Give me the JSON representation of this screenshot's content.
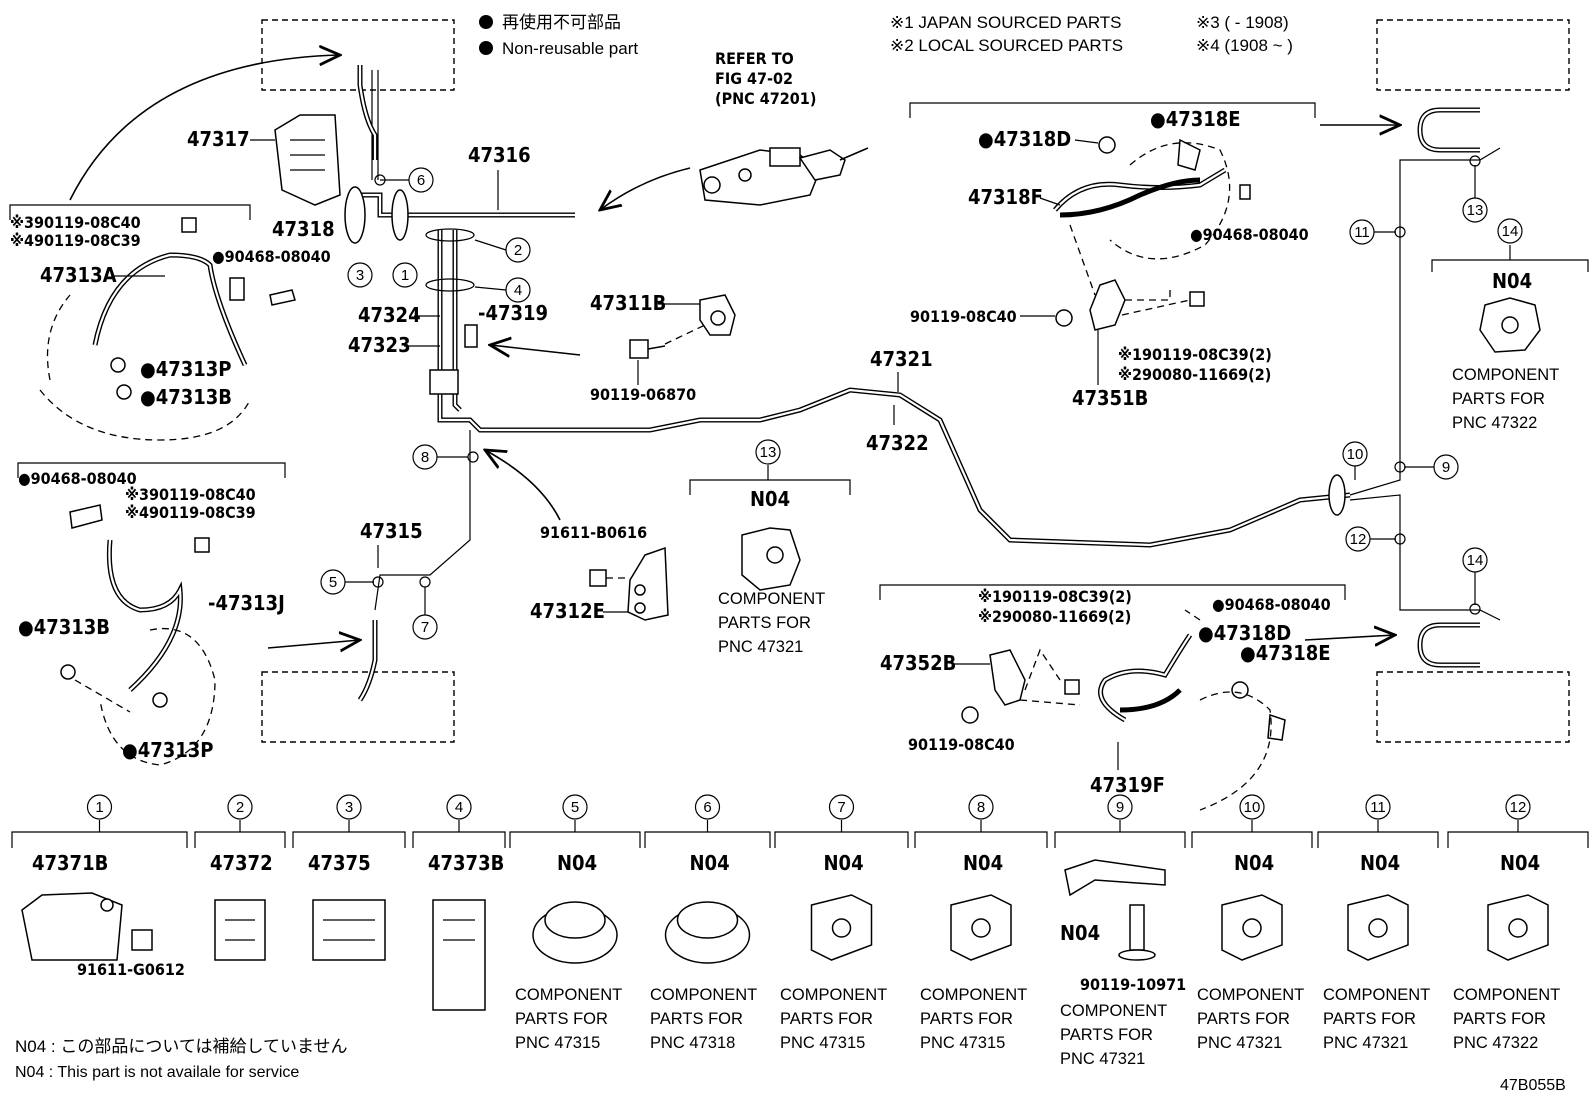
{
  "legend": {
    "nonreusable_jp": "再使用不可部品",
    "nonreusable_en": "Non-reusable part",
    "japan_sourced": "※1 JAPAN SOURCED PARTS",
    "local_sourced": "※2 LOCAL SOURCED PARTS",
    "period_3": "※3 (        - 1908)",
    "period_4": "※4 (1908  ~        )"
  },
  "refer": {
    "line1": "REFER TO",
    "line2": "FIG 47-02",
    "line3": "(PNC 47201)"
  },
  "labels": {
    "p47317": "47317",
    "p47318": "47318",
    "p47316": "47316",
    "p47313A": "47313A",
    "p47313P_a": "●47313P",
    "p47313B_a": "●47313B",
    "p90468_a": "●90468-08040",
    "p3_a": "※390119-08C40",
    "p4_a": "※490119-08C39",
    "p90468_b": "●90468-08040",
    "p3_b": "※390119-08C40",
    "p4_b": "※490119-08C39",
    "p47313J": "-47313J",
    "p47313B_b": "●47313B",
    "p47313P_b": "●47313P",
    "p47324": "47324",
    "p47323": "47323",
    "p47319": "-47319",
    "p47311B": "47311B",
    "p90119_06870": "90119-06870",
    "p47315": "47315",
    "p91611_B0616": "91611-B0616",
    "p47312E": "47312E",
    "p47321": "47321",
    "p47322": "47322",
    "p47318D_a": "●47318D",
    "p47318E_a": "●47318E",
    "p47318F": "47318F",
    "p90468_c": "●90468-08040",
    "p90119_08C40_a": "90119-08C40",
    "p1_a": "※190119-08C39(2)",
    "p2_a": "※290080-11669(2)",
    "p47351B": "47351B",
    "p1_b": "※190119-08C39(2)",
    "p2_b": "※290080-11669(2)",
    "p90468_d": "●90468-08040",
    "p47318D_b": "●47318D",
    "p47318E_b": "●47318E",
    "p47352B": "47352B",
    "p90119_08C40_b": "90119-08C40",
    "p47319F": "47319F"
  },
  "mid": {
    "n13": "13",
    "n04": "N04",
    "c1": "COMPONENT",
    "c2": "PARTS FOR",
    "c3": "PNC 47321"
  },
  "right": {
    "n14": "14",
    "n04": "N04",
    "c1": "COMPONENT",
    "c2": "PARTS FOR",
    "c3": "PNC 47322"
  },
  "callouts": [
    "1",
    "2",
    "3",
    "4",
    "5",
    "6",
    "7",
    "8",
    "9",
    "10",
    "11",
    "12",
    "13",
    "14"
  ],
  "bottom": [
    {
      "num": "1",
      "part": "47371B",
      "sub": "91611-G0612",
      "c1": "",
      "c2": "",
      "c3": ""
    },
    {
      "num": "2",
      "part": "47372",
      "sub": "",
      "c1": "",
      "c2": "",
      "c3": ""
    },
    {
      "num": "3",
      "part": "47375",
      "sub": "",
      "c1": "",
      "c2": "",
      "c3": ""
    },
    {
      "num": "4",
      "part": "47373B",
      "sub": "",
      "c1": "",
      "c2": "",
      "c3": ""
    },
    {
      "num": "5",
      "part": "N04",
      "sub": "",
      "c1": "COMPONENT",
      "c2": "PARTS FOR",
      "c3": "PNC 47315"
    },
    {
      "num": "6",
      "part": "N04",
      "sub": "",
      "c1": "COMPONENT",
      "c2": "PARTS FOR",
      "c3": "PNC 47318"
    },
    {
      "num": "7",
      "part": "N04",
      "sub": "",
      "c1": "COMPONENT",
      "c2": "PARTS FOR",
      "c3": "PNC 47315"
    },
    {
      "num": "8",
      "part": "N04",
      "sub": "",
      "c1": "COMPONENT",
      "c2": "PARTS FOR",
      "c3": "PNC 47315"
    },
    {
      "num": "9",
      "part": "N04",
      "sub": "90119-10971",
      "c1": "COMPONENT",
      "c2": "PARTS FOR",
      "c3": "PNC 47321"
    },
    {
      "num": "10",
      "part": "N04",
      "sub": "",
      "c1": "COMPONENT",
      "c2": "PARTS FOR",
      "c3": "PNC 47321"
    },
    {
      "num": "11",
      "part": "N04",
      "sub": "",
      "c1": "COMPONENT",
      "c2": "PARTS FOR",
      "c3": "PNC 47321"
    },
    {
      "num": "12",
      "part": "N04",
      "sub": "",
      "c1": "COMPONENT",
      "c2": "PARTS FOR",
      "c3": "PNC 47322"
    }
  ],
  "footer": {
    "jp": "N04 : この部品については補給していません",
    "en": "N04 :  This part is not availale for service",
    "code": "47B055B"
  }
}
